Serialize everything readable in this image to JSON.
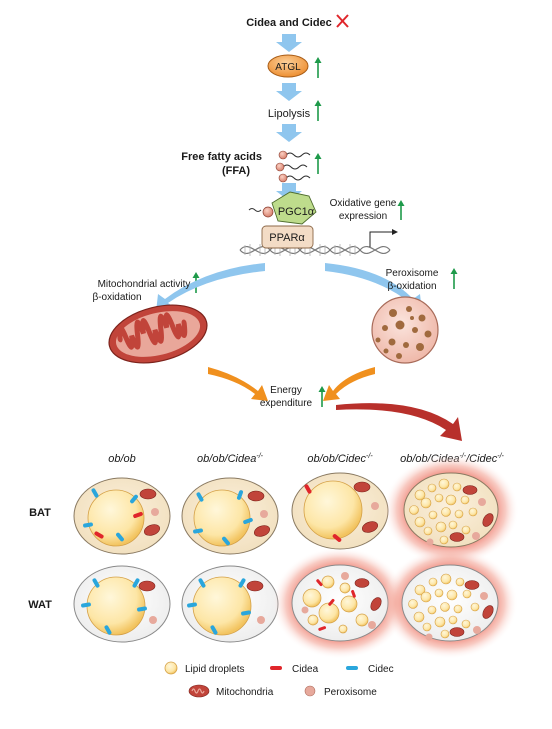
{
  "pathway": {
    "top_label": "Cidea and Cidec",
    "atgl": "ATGL",
    "lipolysis": "Lipolysis",
    "ffa_line1": "Free fatty acids",
    "ffa_line2": "(FFA)",
    "pgc1a": "PGC1α",
    "ppara": "PPARα",
    "oxidative_line1": "Oxidative gene",
    "oxidative_line2": "expression",
    "mito_line1": "Mitochondrial activity",
    "mito_line2": "β-oxidation",
    "perox_line1": "Peroxisome",
    "perox_line2": "β-oxidation",
    "energy_line1": "Energy",
    "energy_line2": "expenditure"
  },
  "grid": {
    "columns": [
      "ob/ob",
      "ob/ob/Cidea",
      "ob/ob/Cidec",
      "ob/ob/Cidea"
    ],
    "column_sups": [
      "",
      "-/-",
      "-/-",
      "-/-"
    ],
    "column_tail": [
      "",
      "",
      "",
      "/Cidec"
    ],
    "column_tail_sup": [
      "",
      "",
      "",
      "-/-"
    ],
    "rows": [
      "BAT",
      "WAT"
    ]
  },
  "legend": {
    "lipid": "Lipid droplets",
    "cidea": "Cidea",
    "cidec": "Cidec",
    "mito": "Mitochondria",
    "perox": "Peroxisome"
  },
  "colors": {
    "increase_arrow": "#1e9a4a",
    "cidea": "#e0262b",
    "cidec": "#2aa6dc",
    "red_x": "#e0262b",
    "flow_arrow": "#8fc6ee",
    "orange_arrow": "#f0901e",
    "red_arrow": "#b8302b"
  }
}
